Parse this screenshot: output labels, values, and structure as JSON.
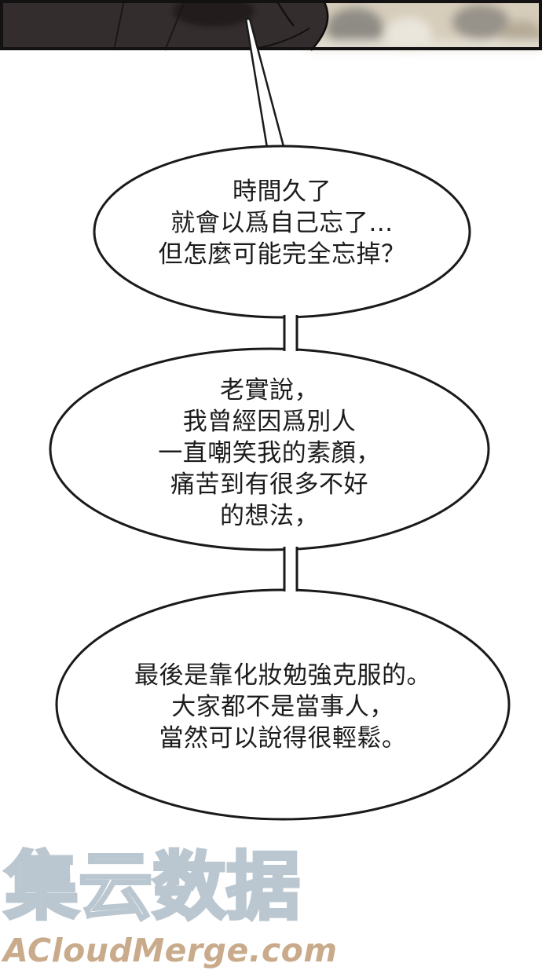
{
  "page": {
    "type": "webtoon-comic-page",
    "background_color": "#ffffff"
  },
  "colors": {
    "bubble_outline": "#1a1a1a",
    "bubble_fill": "#ffffff",
    "text_color": "#1c1c1c",
    "jacket_dark": "#332d2e",
    "panel_background_beige": "#d6cdbb",
    "watermark_logo_fill": "#ffffff",
    "watermark_logo_outline": "#b7c5ce",
    "watermark_site_color": "#c9ab8c"
  },
  "bubbles": [
    {
      "speaker_tail": "points-to-top-panel-figure",
      "lines": [
        "時間久了",
        "就會以爲自己忘了…",
        "但怎麼可能完全忘掉？"
      ]
    },
    {
      "speaker_tail": "connected-to-bubble-1",
      "lines": [
        "老實說，",
        "我曾經因爲別人",
        "一直嘲笑我的素顏，",
        "痛苦到有很多不好",
        "的想法，"
      ]
    },
    {
      "speaker_tail": "connected-to-bubble-2",
      "lines": [
        "最後是靠化妝勉強克服的。",
        "大家都不是當事人，",
        "當然可以說得很輕鬆。"
      ]
    }
  ],
  "watermark": {
    "logo_text": "集云数据",
    "site_text": "ACloudMerge.com"
  }
}
